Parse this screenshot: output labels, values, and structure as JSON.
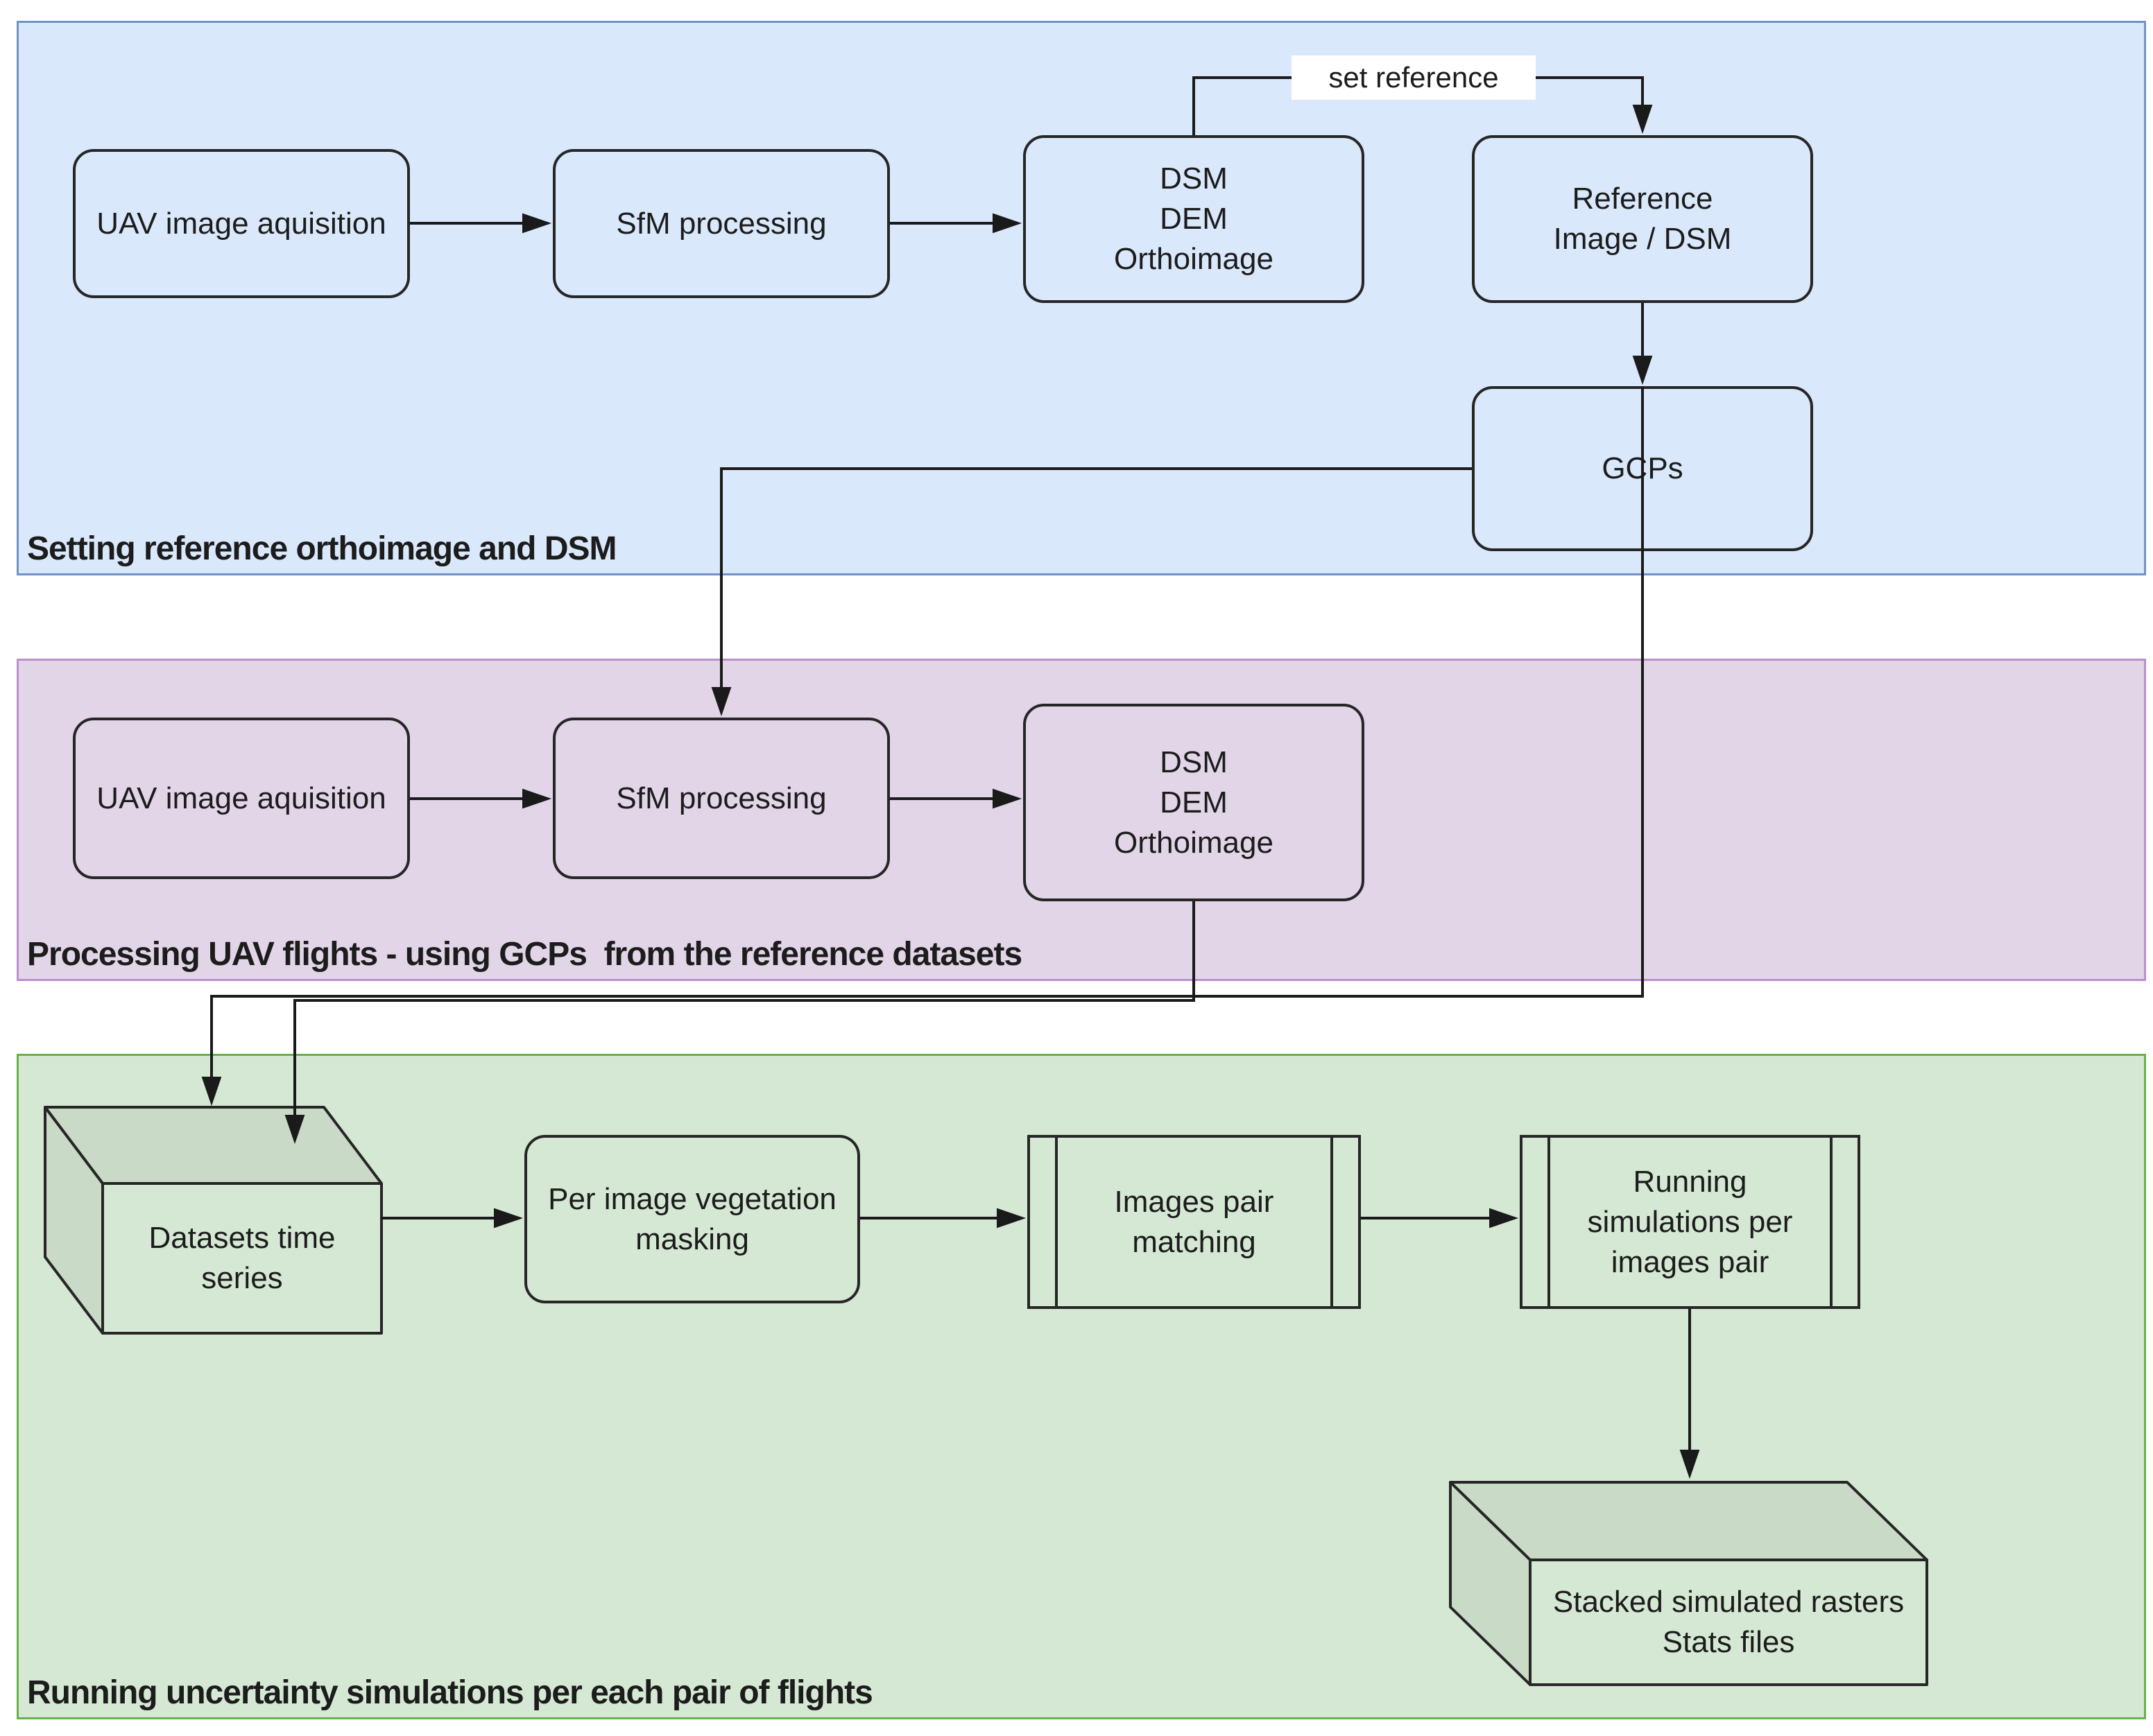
{
  "colors": {
    "blue_fill": "#dae8fc",
    "blue_border": "#7193c4",
    "pink_fill": "#e1d5e7",
    "pink_border": "#bb8fcc",
    "green_fill": "#d5e8d4",
    "green_border": "#67b14b",
    "cube_side_fill": "#c9dac6",
    "node_border": "#262626",
    "arrow": "#1a1a1a",
    "text": "#1c1c1c",
    "connector_label_bg": "#ffffff"
  },
  "sections": {
    "reference": {
      "label": "Setting reference orthoimage and DSM",
      "connector_label": "set reference",
      "boxes": {
        "uav": "UAV image aquisition",
        "sfm": "SfM processing",
        "outputs": "DSM\nDEM\nOrthoimage",
        "refimg": "Reference\nImage / DSM",
        "gcps": "GCPs"
      }
    },
    "processing": {
      "label": "Processing UAV flights - using GCPs  from the reference datasets",
      "boxes": {
        "uav": "UAV image aquisition",
        "sfm": "SfM processing",
        "outputs": "DSM\nDEM\nOrthoimage"
      }
    },
    "simulation": {
      "label": "Running uncertainty simulations per each pair of flights",
      "boxes": {
        "datasets": "Datasets time\nseries",
        "vegmask": "Per image vegetation\nmasking",
        "matching": "Images pair\nmatching",
        "runsim": "Running\nsimulations per\nimages pair",
        "stacked": "Stacked simulated rasters\nStats files"
      }
    }
  }
}
